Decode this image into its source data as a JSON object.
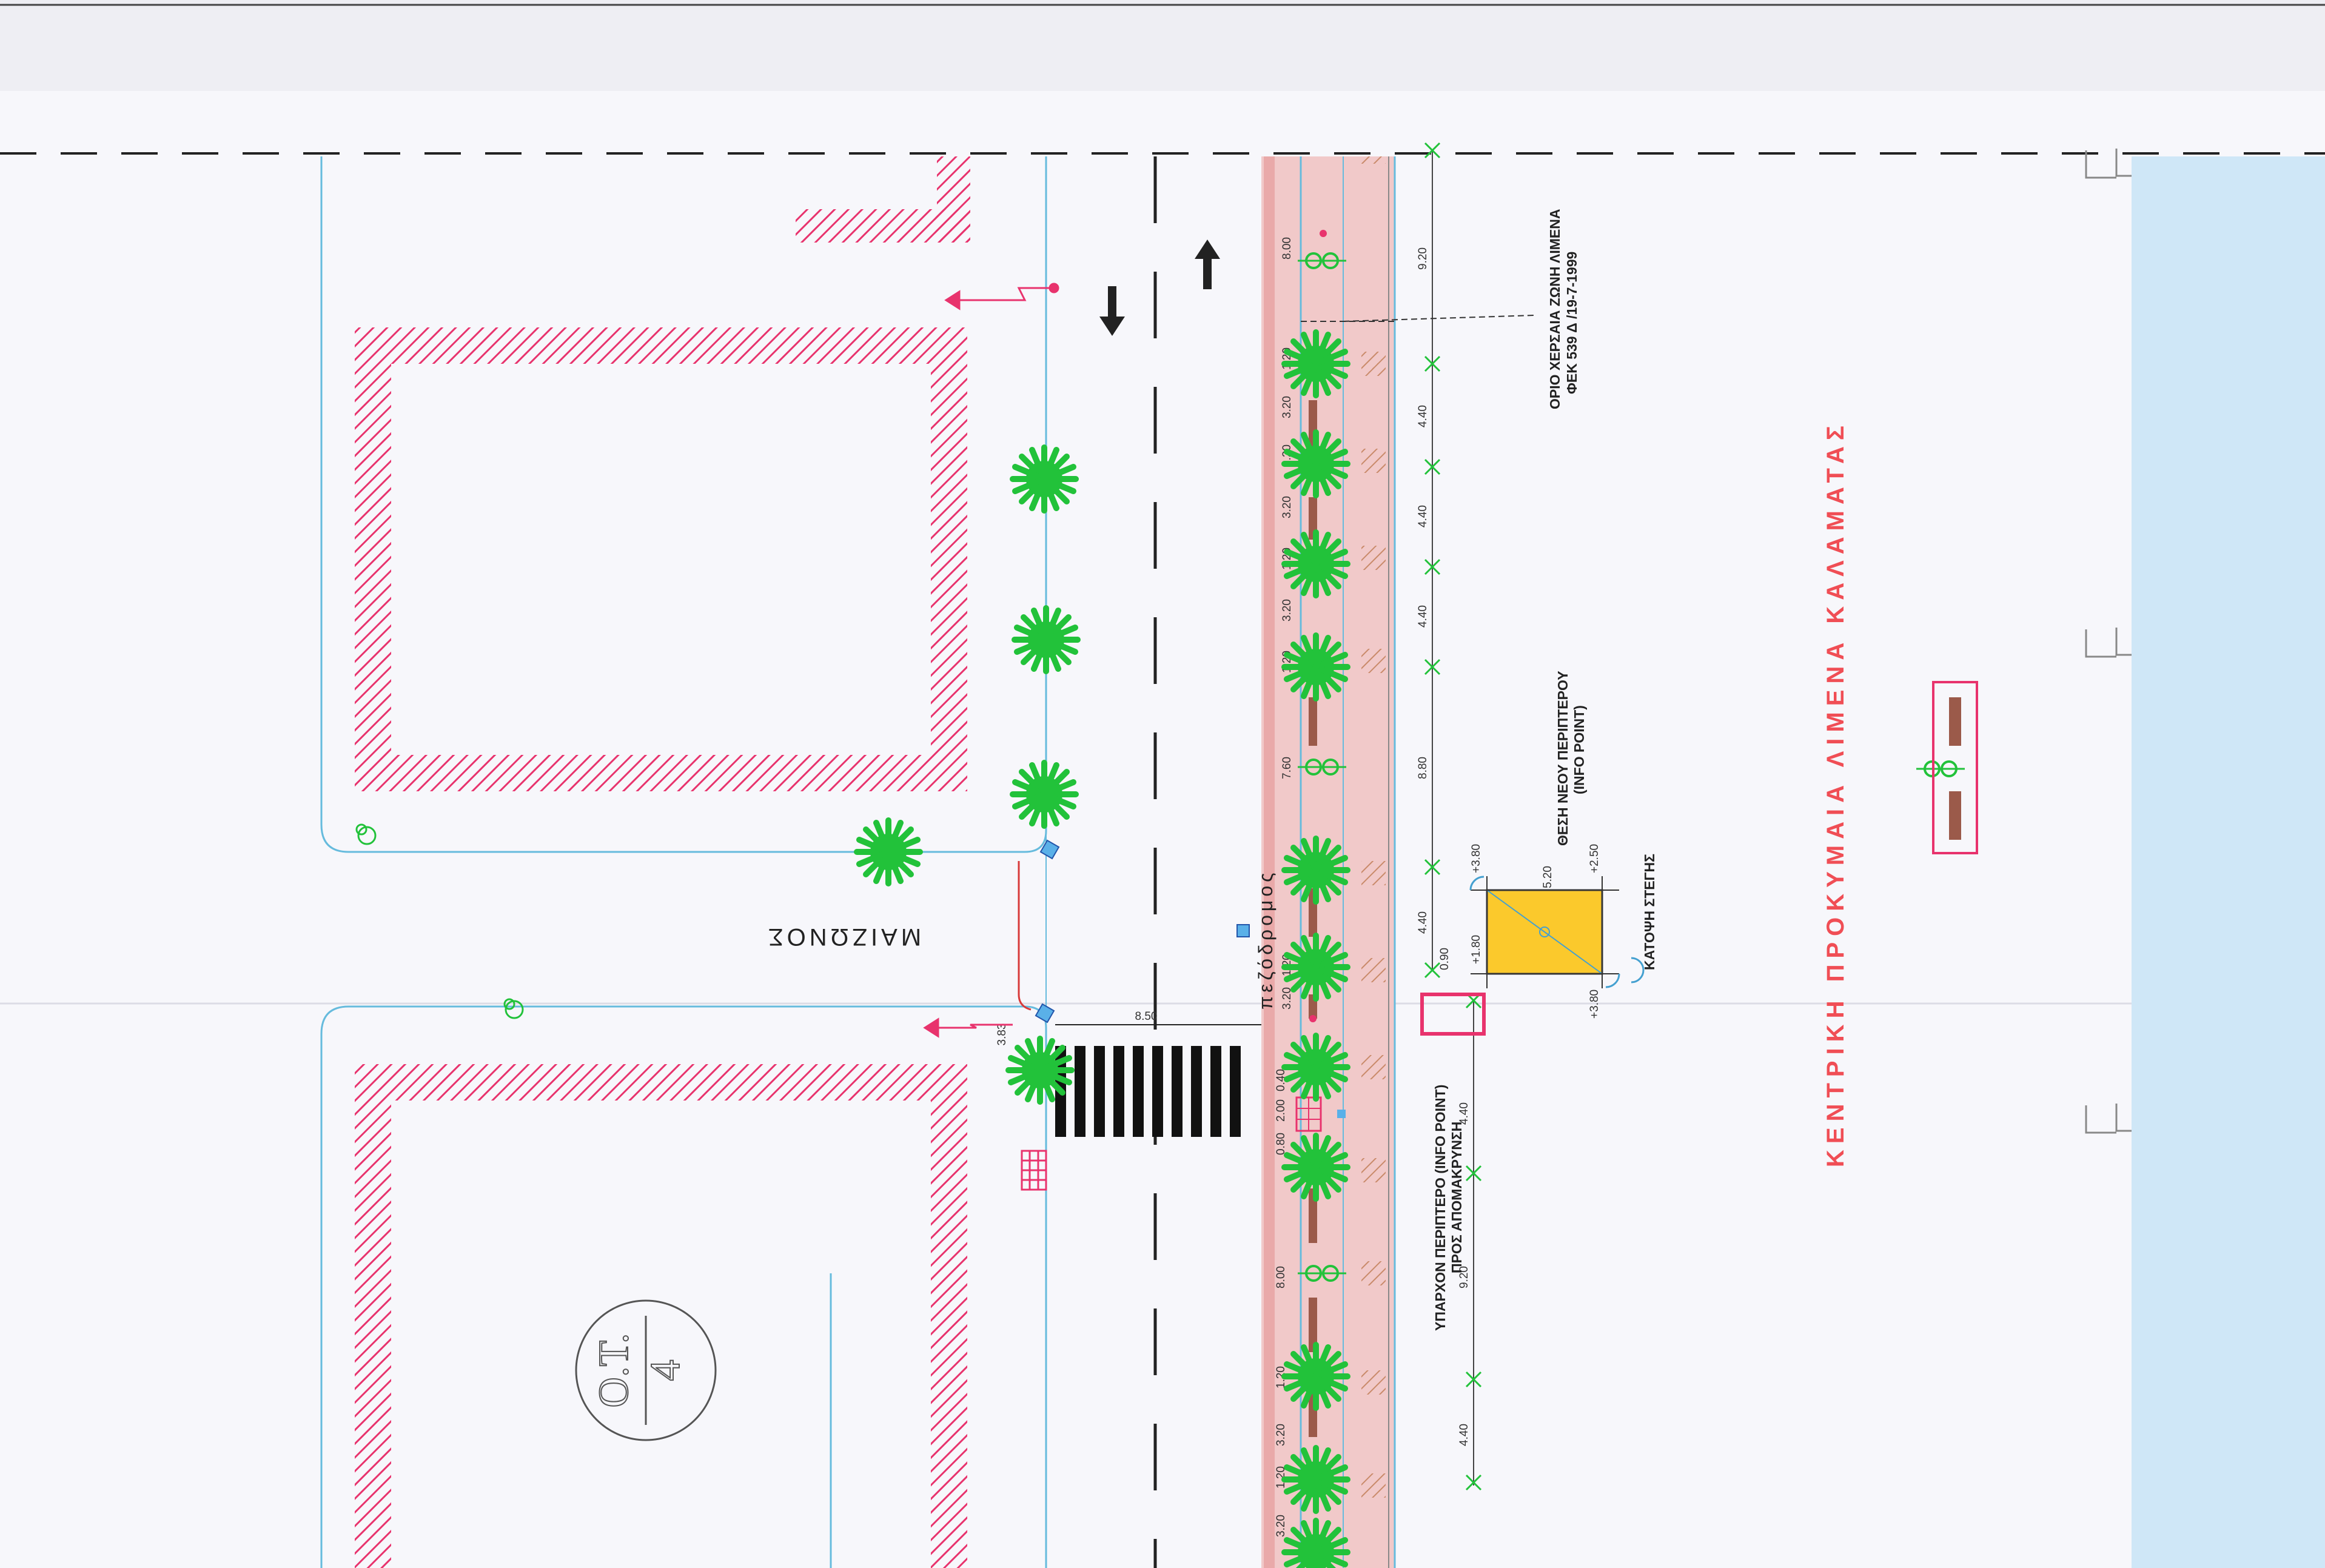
{
  "labels": {
    "street_name": "ΜΑΙΖΩΝΟΣ",
    "sidewalk": "πεζόδρομος",
    "port_boundary_line1": "ΟΡΙΟ ΧΕΡΣΑΙΑ ΖΩΝΗ ΛΙΜΕΝΑ",
    "port_boundary_line2": "ΦΕΚ 539 Δ /19-7-1999",
    "new_kiosk_line1": "ΘΕΣΗ ΝΕΟΥ ΠΕΡΙΠΤΕΡΟΥ",
    "new_kiosk_line2": "(INFO POINT)",
    "roof_plan": "ΚΑΤΟΨΗ ΣΤΕΓΗΣ",
    "existing_kiosk_line1": "ΥΠΑΡΧΟΝ ΠΕΡΙΠΤΕΡΟ (INFO POINT)",
    "existing_kiosk_line2": "ΠΡΟΣ ΑΠΟΜΑΚΡΥΝΣΗ",
    "harbour_quay": "ΚΕΝΤΡΙΚΗ ΠΡΟΚΥΜΑΙΑ ΛΙΜΕΝΑ ΚΑΛΑΜΑΤΑΣ",
    "block_id_top": "Ο.Τ.",
    "block_id_bottom": "4"
  },
  "dimensions": {
    "sidewalk": [
      "8.00",
      "1.20",
      "3.20",
      "1.20",
      "3.20",
      "1.20",
      "3.20",
      "1.20",
      "7.60",
      "3.20",
      "1.20",
      "0.40",
      "2.00",
      "0.80",
      "8.00",
      "1.20",
      "3.20",
      "1.20",
      "3.20"
    ],
    "outer": [
      "9.20",
      "4.40",
      "4.40",
      "4.40",
      "8.80",
      "4.40",
      "0.90",
      "4.40",
      "9.20",
      "4.40"
    ],
    "kiosk": [
      "+3.80",
      "5.20",
      "+2.50",
      "+1.80",
      "+3.80"
    ],
    "crossing": [
      "8.50",
      "3.83"
    ]
  },
  "colors": {
    "building": "#e8336d",
    "sidewalk": "#f1c9c9",
    "sea": "#cfe7f7",
    "tree": "#22c23a",
    "kiosk": "#fbc92c",
    "quay_text": "#f04e55",
    "curb": "#66bbdd"
  }
}
